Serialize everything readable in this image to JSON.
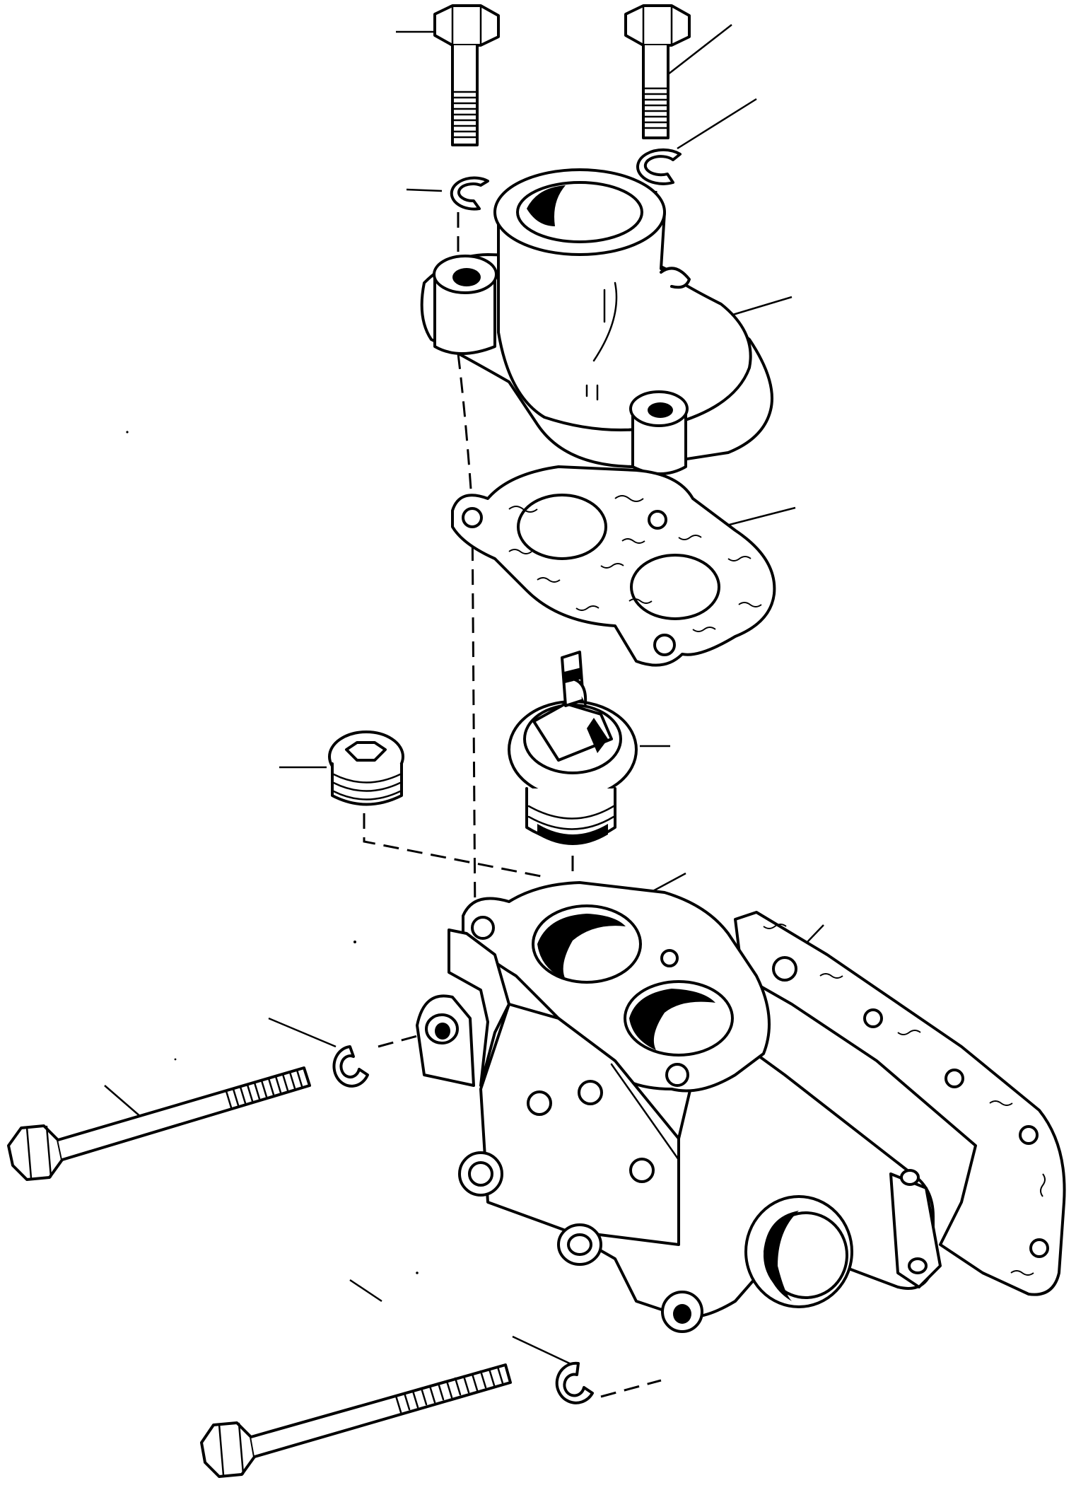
{
  "diagram": {
    "type": "exploded-parts-view",
    "colors": {
      "ink": "#000000",
      "paper": "#ffffff"
    },
    "parts": [
      "bolt-top-left",
      "bolt-top-right",
      "lock-washer-top-left",
      "lock-washer-top-right",
      "thermostat-cover-elbow",
      "cover-gasket",
      "thermostat",
      "hex-socket-plug",
      "thermostat-housing",
      "housing-gasket",
      "lock-washer-left",
      "lock-washer-bottom",
      "long-bolt-left",
      "long-bolt-bottom"
    ]
  }
}
